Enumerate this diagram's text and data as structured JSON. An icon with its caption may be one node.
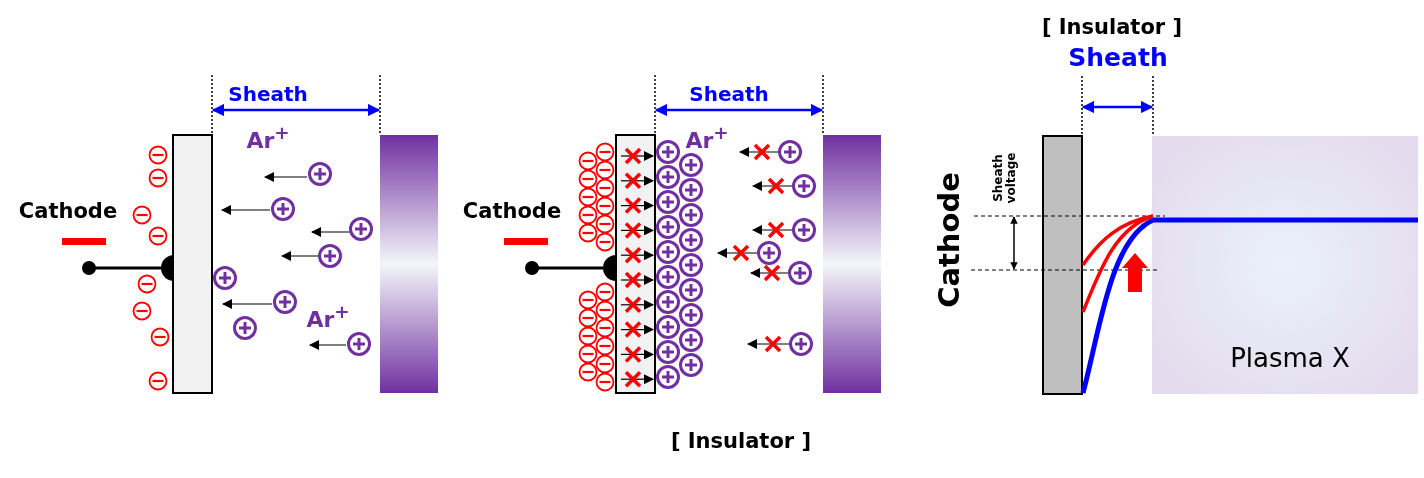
{
  "diagram": {
    "nodes": [
      {
        "text": [
          "Plasma X"
        ]
      }
    ],
    "labels": [
      "Sheath",
      "Ar$^{+}$",
      "Cathode",
      "Ar$^{+}$",
      "Sheath",
      "Ar$^{+}$",
      "Cathode",
      "[ Insulator ]",
      "[ Insulator ]",
      "Sheath",
      "Sheath voltage",
      "Cathode"
    ]
  }
}
